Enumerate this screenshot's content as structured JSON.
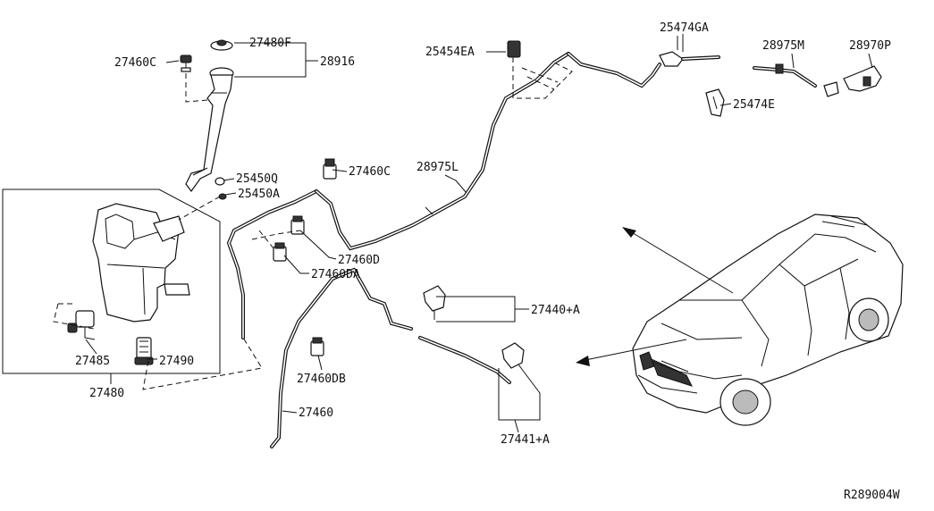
{
  "labels": {
    "p27460C_a": "27460C",
    "p27480F": "27480F",
    "p28916": "28916",
    "p25450Q": "25450Q",
    "p25450A": "25450A",
    "p27485": "27485",
    "p27490": "27490",
    "p27480": "27480",
    "p27460C_b": "27460C",
    "p27460D": "27460D",
    "p27460DA": "27460DA",
    "p27460DB": "27460DB",
    "p27460": "27460",
    "p25454EA": "25454EA",
    "p28975L": "28975L",
    "p25474GA": "25474GA",
    "p25474E": "25474E",
    "p28975M": "28975M",
    "p28970P": "28970P",
    "p27440A": "27440+A",
    "p27441A": "27441+A",
    "ref_code": "R289004W"
  }
}
